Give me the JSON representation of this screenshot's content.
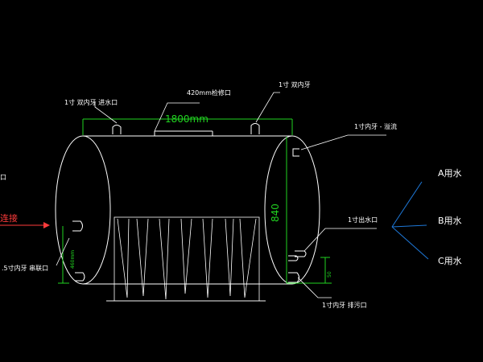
{
  "labels": {
    "inlet": "1寸 双内牙 进水口",
    "manhole": "420mm检修口",
    "top_right_port": "1寸 双内牙",
    "overflow": "1寸内牙 - 溢流",
    "outlet": "1寸出水口",
    "drain": "1寸内牙 排污口",
    "series_port": ".5寸内牙 串联口",
    "connect": "连接",
    "left_edge_mark": "口"
  },
  "dimensions": {
    "length": "1800mm",
    "height": "840",
    "small_left": "460mm",
    "small_right": "50"
  },
  "uses": [
    "A用水",
    "B用水",
    "C用水"
  ],
  "colors": {
    "background": "#000000",
    "line": "#ffffff",
    "dimension": "#21d321",
    "leader_blue": "#1e78d8",
    "arrow": "#ff3b3b"
  }
}
